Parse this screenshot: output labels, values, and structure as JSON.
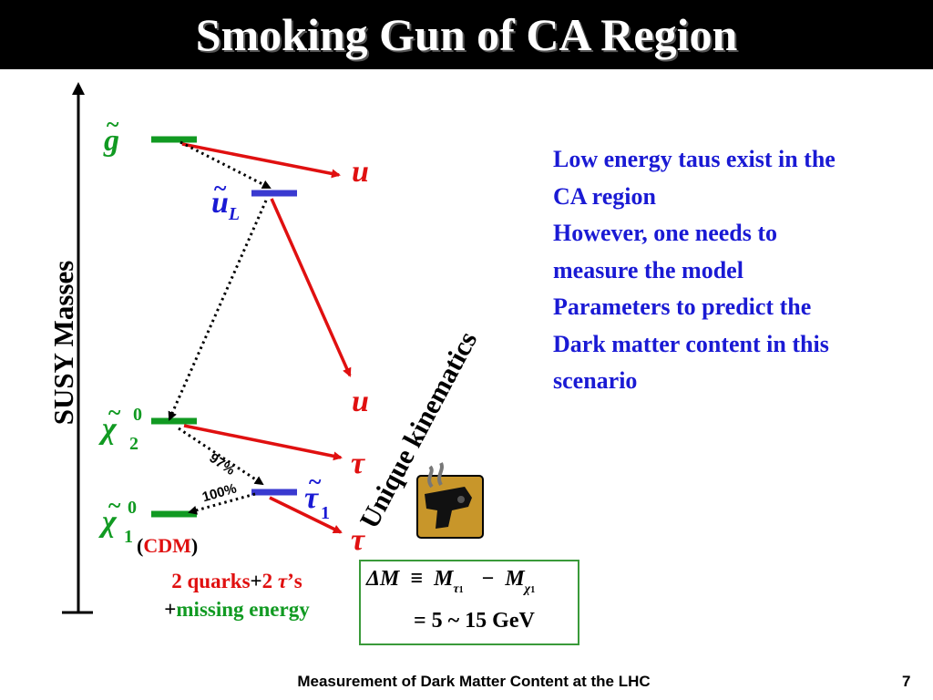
{
  "title": "Smoking Gun of CA Region",
  "axis_label": "SUSY Masses",
  "kinematics_label": "Unique kinematics",
  "particles": {
    "gluino": "g",
    "squark": "u",
    "squark_sub": "L",
    "neutralino2": "χ",
    "neutralino2_sup": "0",
    "neutralino2_sub": "2",
    "neutralino1": "χ",
    "neutralino1_sup": "0",
    "neutralino1_sub": "1",
    "stau": "τ",
    "stau_sub": "1",
    "tilde": "~"
  },
  "products": {
    "u1": "u",
    "u2": "u",
    "tau1": "τ",
    "tau2": "τ"
  },
  "branching": {
    "br97": "97%",
    "br100": "100%"
  },
  "cdm": {
    "open": "(",
    "label": "CDM",
    "close": ")"
  },
  "summary": {
    "quarks": "2 quarks",
    "plus": "+",
    "taus_num": "2 ",
    "taus_sym": "τ",
    "taus_suffix": "’s",
    "plus2": "+",
    "missing": "missing energy"
  },
  "formula": {
    "line1_delta": "ΔM",
    "line1_equiv": "≡",
    "line1_m": "M",
    "line1_minus": "−",
    "line1_m2": "M",
    "line2": "= 5 ~ 15  GeV"
  },
  "note_lines": [
    "Low energy taus exist in the",
    "CA region",
    "However, one needs to",
    "measure the model",
    "Parameters to predict the",
    "Dark matter content in this",
    "scenario"
  ],
  "footer": {
    "title": "Measurement of Dark Matter Content at the LHC",
    "page": "7"
  },
  "colors": {
    "green": "#119a22",
    "blue": "#1a1ad4",
    "red": "#e01010"
  },
  "icons": [
    "smoking-gun-icon"
  ]
}
